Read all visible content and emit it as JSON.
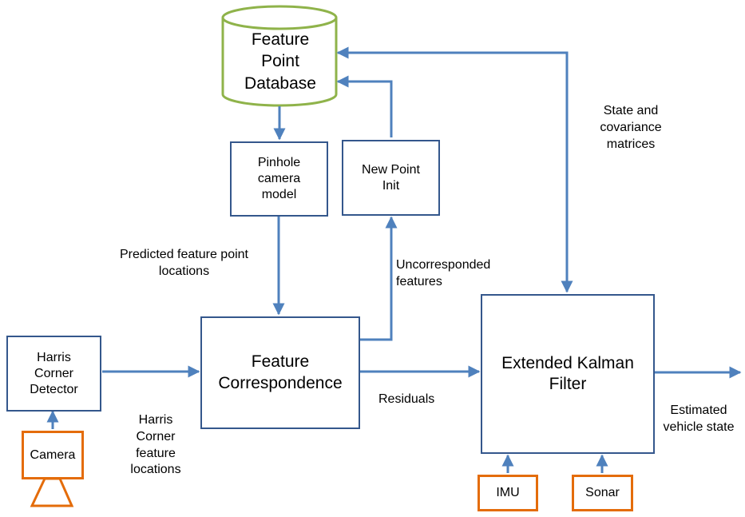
{
  "database": {
    "label": "Feature\nPoint\nDatabase"
  },
  "boxes": {
    "pinhole": "Pinhole\ncamera\nmodel",
    "new_point_init": "New Point\nInit",
    "harris_detector": "Harris\nCorner\nDetector",
    "feature_correspondence": "Feature\nCorrespondence",
    "ekf": "Extended Kalman\nFilter"
  },
  "sensors": {
    "camera": "Camera",
    "imu": "IMU",
    "sonar": "Sonar"
  },
  "edge_labels": {
    "state_cov": "State and\ncovariance\nmatrices",
    "predicted": "Predicted feature point\nlocations",
    "uncorresponded": "Uncorresponded\nfeatures",
    "harris_locations": "Harris\nCorner\nfeature\nlocations",
    "residuals": "Residuals",
    "estimated": "Estimated\nvehicle state"
  },
  "colors": {
    "process_border": "#34578c",
    "arrow": "#4f81bd",
    "database_border": "#8fb34a",
    "sensor_border": "#e46c0a"
  }
}
